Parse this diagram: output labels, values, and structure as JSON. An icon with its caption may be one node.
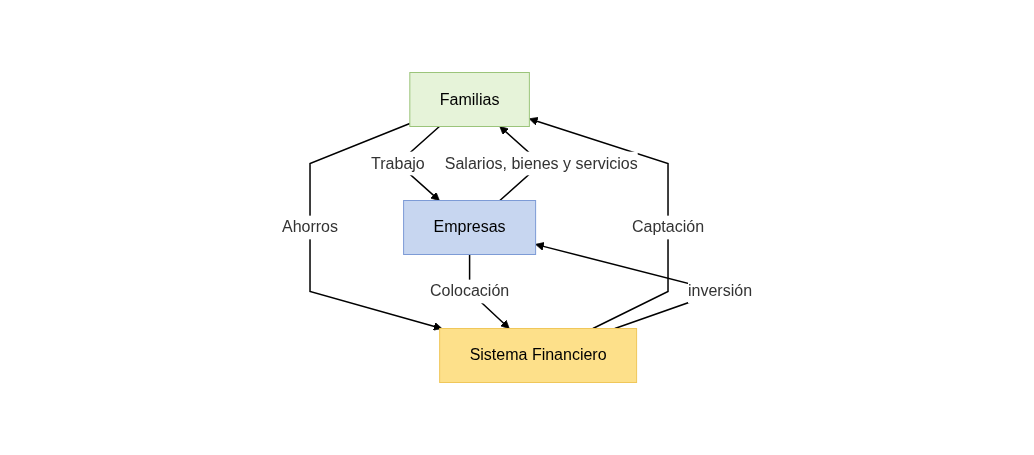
{
  "diagram": {
    "nodes": [
      {
        "text": [
          "Familias"
        ]
      },
      {
        "text": [
          "Empresas"
        ]
      },
      {
        "text": [
          "Sistema Financiero"
        ]
      }
    ],
    "edges": [
      {
        "from": 0,
        "to": 1,
        "arrow": "to",
        "label": "Trabajo"
      },
      {
        "from": 1,
        "to": 0,
        "arrow": "to",
        "label": "Salarios, bienes y servicios"
      },
      {
        "from": 0,
        "to": 2,
        "arrow": "to",
        "label": "Ahorros"
      },
      {
        "from": 2,
        "to": 0,
        "arrow": "to",
        "label": "Captación"
      },
      {
        "from": 1,
        "to": 2,
        "arrow": "to",
        "label": "Colocación"
      },
      {
        "from": 2,
        "to": 1,
        "arrow": "to",
        "label": "inversión"
      }
    ]
  }
}
